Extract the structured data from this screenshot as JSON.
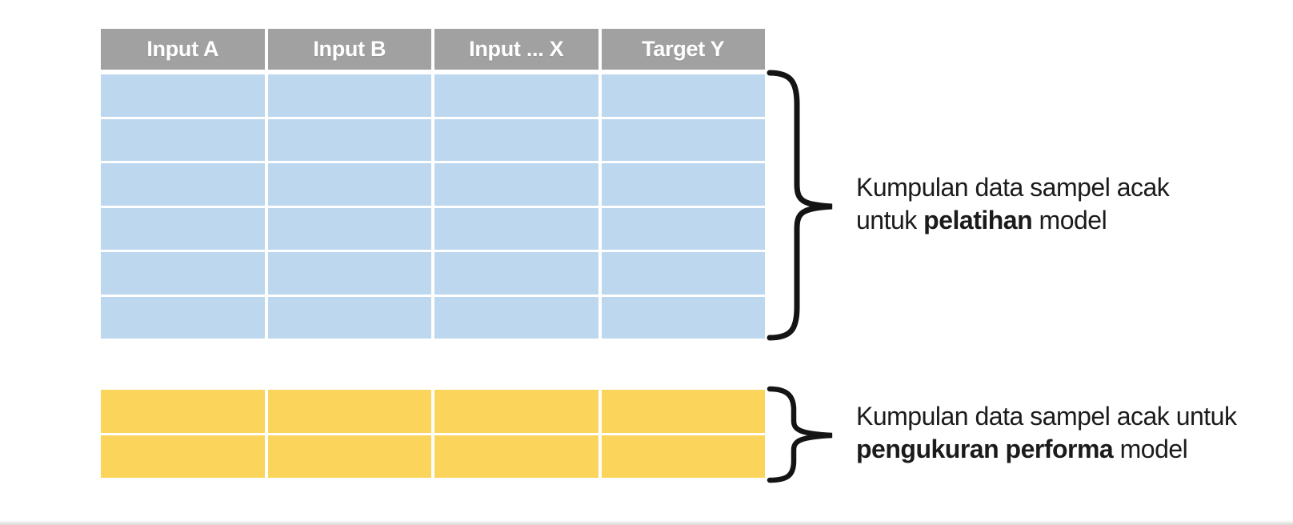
{
  "table": {
    "headers": [
      "Input A",
      "Input B",
      "Input ... X",
      "Target Y"
    ],
    "columns": 4,
    "training_rows": 6,
    "test_rows": 2
  },
  "captions": {
    "training": {
      "line1": "Kumpulan data sampel acak",
      "line2_prefix": "untuk ",
      "line2_bold": "pelatihan",
      "line2_suffix": " model"
    },
    "test": {
      "line1": "Kumpulan data sampel acak untuk",
      "line2_bold": "pengukuran performa",
      "line2_suffix": " model"
    }
  },
  "colors": {
    "canvas_bg": "#ffffff",
    "header_bg": "#a1a1a1",
    "header_text": "#ffffff",
    "training_row": "#bdd7ee",
    "test_row": "#fbd45c",
    "brace": "#141414",
    "caption_text": "#1b1b1b"
  }
}
